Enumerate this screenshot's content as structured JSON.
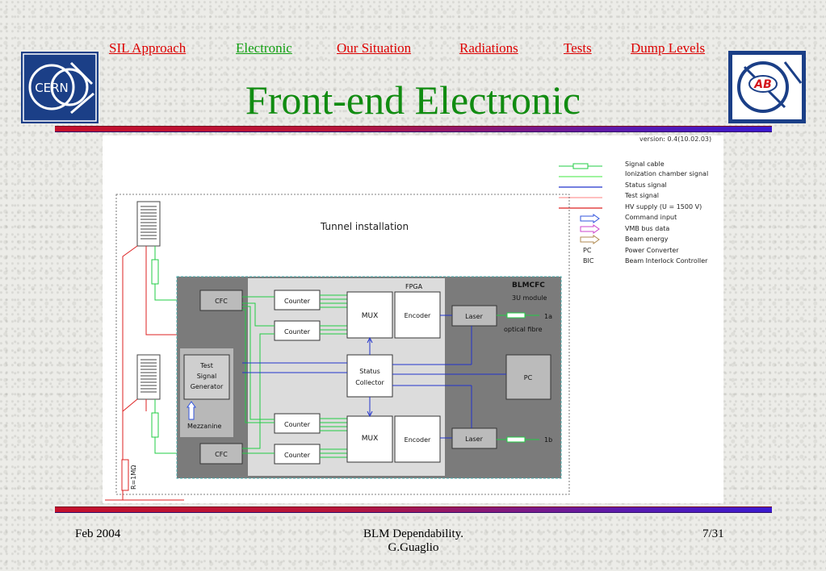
{
  "nav": {
    "sil_approach": "SIL Approach",
    "electronic": "Electronic",
    "our_situation": "Our Situation",
    "radiations": "Radiations",
    "tests": "Tests",
    "dump_levels": "Dump Levels"
  },
  "colors": {
    "link_red": "#dd0000",
    "link_active_green": "#12a012",
    "title_green": "#118c11",
    "logo_blue": "#1b3f87"
  },
  "logos": {
    "left_text": "CERN",
    "right_text": "AB"
  },
  "title": "Front-end Electronic",
  "diagram": {
    "version": "version: 0.4(10.02.03)",
    "legend": [
      "Signal cable",
      "Ionization chamber signal",
      "Status signal",
      "Test signal",
      "HV supply (U = 1500 V)",
      "Command input",
      "VMB bus data",
      "Beam energy",
      "Power Converter",
      "Beam Interlock Controller"
    ],
    "legend_abbrev": [
      "PC",
      "BIC"
    ],
    "tunnel_label": "Tunnel installation",
    "fpga_label": "FPGA",
    "module_title": "BLMCFC",
    "module_sub": "3U module",
    "cfc": "CFC",
    "counter": "Counter",
    "mux": "MUX",
    "encoder": "Encoder",
    "laser": "Laser",
    "status_1": "Status",
    "status_2": "Collector",
    "tsg_1": "Test",
    "tsg_2": "Signal",
    "tsg_3": "Generator",
    "mezzanine": "Mezzanine",
    "pc": "PC",
    "out_1a": "1a",
    "optical_fibre": "optical fibre",
    "out_1b": "1b",
    "resistor": "R=1MΩ"
  },
  "footer": {
    "date": "Feb 2004",
    "line1": "BLM Dependability.",
    "line2": "G.Guaglio",
    "page": "7/31"
  }
}
